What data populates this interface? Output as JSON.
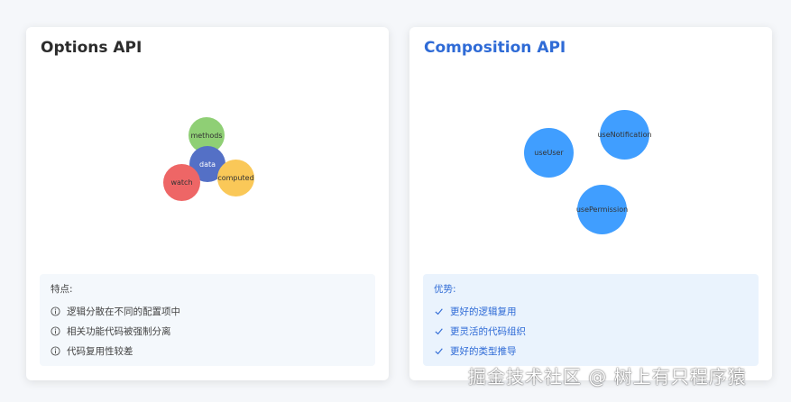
{
  "options_card": {
    "title": "Options API",
    "nodes": [
      {
        "label": "methods",
        "color": "#8fcf75"
      },
      {
        "label": "data",
        "color": "#5470c6"
      },
      {
        "label": "watch",
        "color": "#ee6666"
      },
      {
        "label": "computed",
        "color": "#fac858"
      }
    ],
    "info": {
      "title": "特点:",
      "items": [
        "逻辑分散在不同的配置项中",
        "相关功能代码被强制分离",
        "代码复用性较差"
      ]
    }
  },
  "composition_card": {
    "title": "Composition API",
    "nodes": [
      {
        "label": "useUser",
        "color": "#409eff"
      },
      {
        "label": "useNotification",
        "color": "#409eff"
      },
      {
        "label": "usePermission",
        "color": "#409eff"
      }
    ],
    "info": {
      "title": "优势:",
      "items": [
        "更好的逻辑复用",
        "更灵活的代码组织",
        "更好的类型推导"
      ]
    }
  },
  "colors": {
    "accent": "#2f6bd6",
    "node_blue": "#409eff"
  },
  "watermark": "掘金技术社区 @ 树上有只程序猿"
}
